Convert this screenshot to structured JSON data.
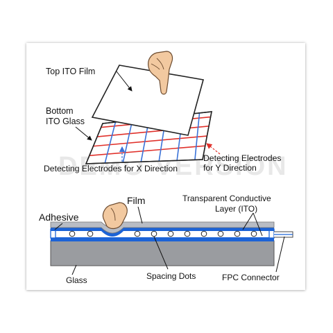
{
  "watermark": "DEMO VERSION",
  "top_diagram": {
    "top_film_label": "Top ITO Film",
    "bottom_glass_label_line1": "Bottom",
    "bottom_glass_label_line2": "ITO Glass",
    "x_electrodes_label": "Detecting Electrodes for X Direction",
    "y_electrodes_label_line1": "Detecting Electrodes",
    "y_electrodes_label_line2": "for Y Direction"
  },
  "cross_section": {
    "film_label": "Film",
    "adhesive_label": "Adhesive",
    "ito_label_line1": "Transparent Conductive",
    "ito_label_line2": "Layer (ITO)",
    "glass_label": "Glass",
    "spacing_dots_label": "Spacing Dots",
    "fpc_label": "FPC Connector"
  },
  "colors": {
    "electrode_red": "#e0302a",
    "electrode_blue": "#3a72d8",
    "ito_blue": "#1c63d6",
    "film_gray": "#b8bcc4",
    "glass_gray": "#9a9ca0",
    "skin": "#f2c9a0"
  }
}
